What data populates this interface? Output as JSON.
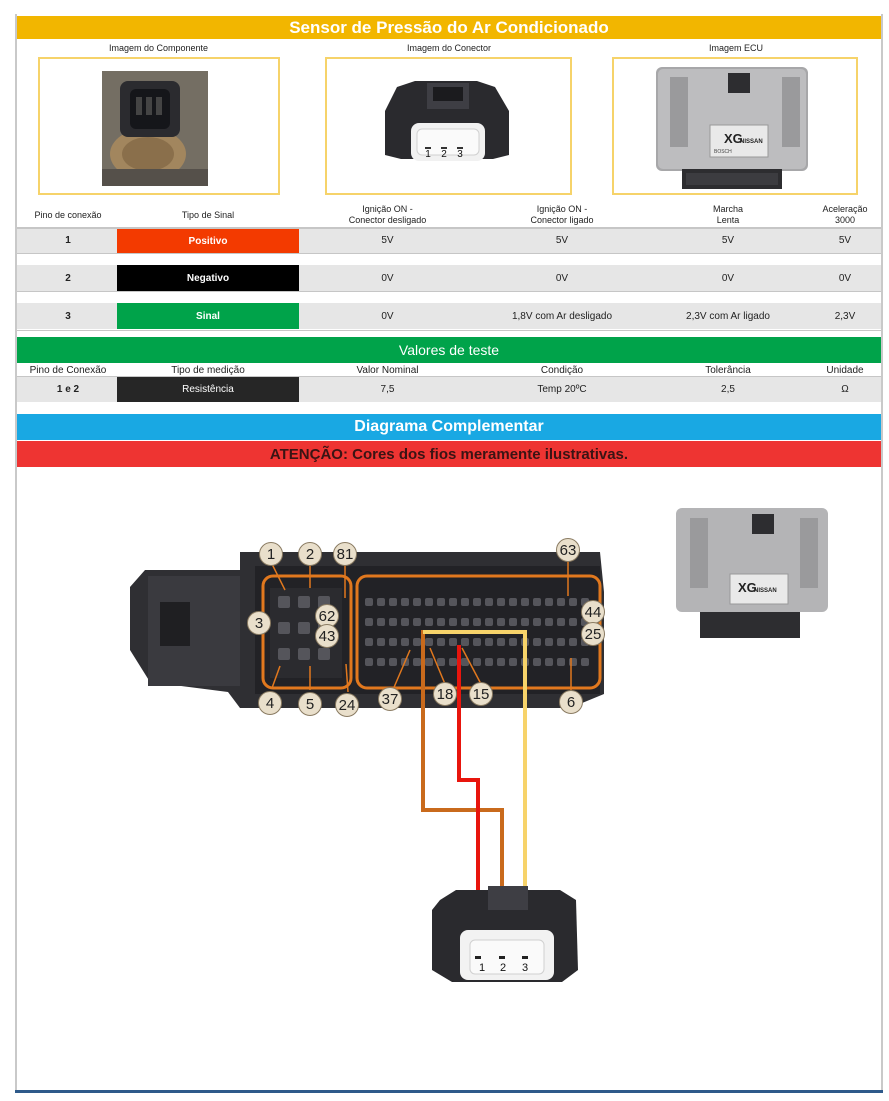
{
  "header": {
    "title": "Sensor de Pressão do Ar Condicionado"
  },
  "images": {
    "component_caption": "Imagem do Componente",
    "connector_caption": "Imagem do Conector",
    "ecu_caption": "Imagem ECU",
    "connector_pins": [
      "1",
      "2",
      "3"
    ],
    "ecu_label_brand": "NISSAN",
    "ecu_label_code": "XG",
    "ecu_label_bosch": "BOSCH"
  },
  "signal_table": {
    "headers": [
      "Pino de conexão",
      "Tipo de Sinal",
      "Ignição ON -\nConector desligado",
      "Ignição ON -\nConector ligado",
      "Marcha\nLenta",
      "Aceleração\n3000"
    ],
    "rows": [
      {
        "pin": "1",
        "type": "Positivo",
        "color": "#f33a00",
        "ign_off": "5V",
        "ign_on": "5V",
        "idle": "5V",
        "accel": "5V"
      },
      {
        "pin": "2",
        "type": "Negativo",
        "color": "#000000",
        "ign_off": "0V",
        "ign_on": "0V",
        "idle": "0V",
        "accel": "0V"
      },
      {
        "pin": "3",
        "type": "Sinal",
        "color": "#00a34a",
        "ign_off": "0V",
        "ign_on": "1,8V com Ar desligado",
        "idle": "2,3V com Ar ligado",
        "accel": "2,3V"
      }
    ]
  },
  "test_values": {
    "title": "Valores de teste",
    "headers": [
      "Pino de Conexão",
      "Tipo de medição",
      "Valor Nominal",
      "Condição",
      "Tolerância",
      "Unidade"
    ],
    "row": {
      "pin": "1 e 2",
      "type": "Resistência",
      "nominal": "7,5",
      "condition": "Temp 20ºC",
      "tolerance": "2,5",
      "unit": "Ω"
    }
  },
  "diagram": {
    "title": "Diagrama Complementar",
    "warning": "ATENÇÃO: Cores dos fios meramente ilustrativas.",
    "pin_labels": [
      "1",
      "2",
      "81",
      "63",
      "3",
      "62",
      "43",
      "44",
      "25",
      "4",
      "5",
      "24",
      "37",
      "18",
      "15",
      "6"
    ],
    "connector_pins": [
      "1",
      "2",
      "3"
    ],
    "wire_colors": {
      "pin1": "#e8150d",
      "pin2": "#c96a1c",
      "pin3": "#f7d36a"
    }
  }
}
